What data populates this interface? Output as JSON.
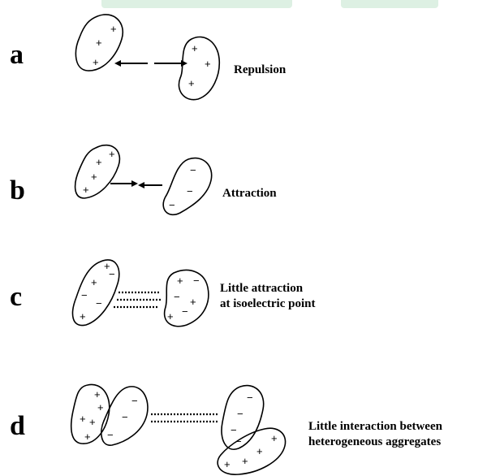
{
  "panels": [
    {
      "letter": "a",
      "label_lines": [
        "Repulsion"
      ]
    },
    {
      "letter": "b",
      "label_lines": [
        "Attraction"
      ]
    },
    {
      "letter": "c",
      "label_lines": [
        "Little attraction",
        "at isoelectric point"
      ]
    },
    {
      "letter": "d",
      "label_lines": [
        "Little interaction between",
        "heterogeneous aggregates"
      ]
    }
  ],
  "signs": {
    "plus": "+",
    "minus": "−"
  }
}
